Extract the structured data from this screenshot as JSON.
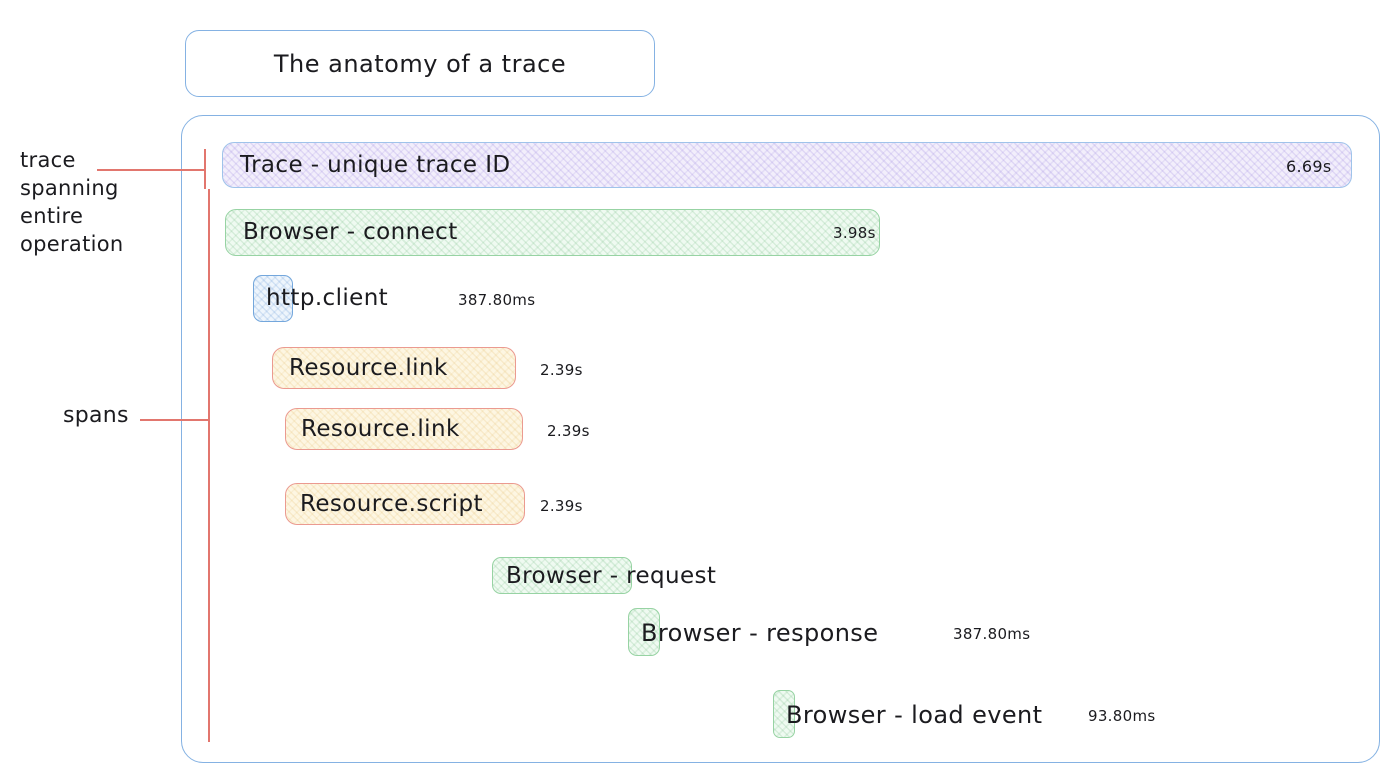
{
  "title": "The anatomy of a trace",
  "annotations": {
    "trace_note_lines": [
      "trace",
      "spanning",
      "entire",
      "operation"
    ],
    "spans_label": "spans"
  },
  "spans": [
    {
      "name": "trace",
      "label": "Trace - unique trace ID",
      "duration": "6.69s"
    },
    {
      "name": "browser-connect",
      "label": "Browser - connect",
      "duration": "3.98s"
    },
    {
      "name": "http-client",
      "label": "http.client",
      "duration": "387.80ms"
    },
    {
      "name": "resource-link-1",
      "label": "Resource.link",
      "duration": "2.39s"
    },
    {
      "name": "resource-link-2",
      "label": "Resource.link",
      "duration": "2.39s"
    },
    {
      "name": "resource-script",
      "label": "Resource.script",
      "duration": "2.39s"
    },
    {
      "name": "browser-request",
      "label": "Browser - request"
    },
    {
      "name": "browser-response",
      "label": "Browser - response",
      "duration": "387.80ms"
    },
    {
      "name": "browser-load-event",
      "label": "Browser - load event",
      "duration": "93.80ms"
    }
  ],
  "colors": {
    "trace_fill": "#f2eefb",
    "trace_border": "#9fc3ea",
    "green_fill": "#effaf1",
    "green_border": "#97d3a3",
    "cream_fill": "#fdf6e2",
    "cream_border": "#eb9a90",
    "blue_fill": "#eef5fc",
    "blue_border": "#74a7dc",
    "container_border": "#85b2e3",
    "annotation_red": "#e2766e",
    "text": "#1b1b1f"
  }
}
